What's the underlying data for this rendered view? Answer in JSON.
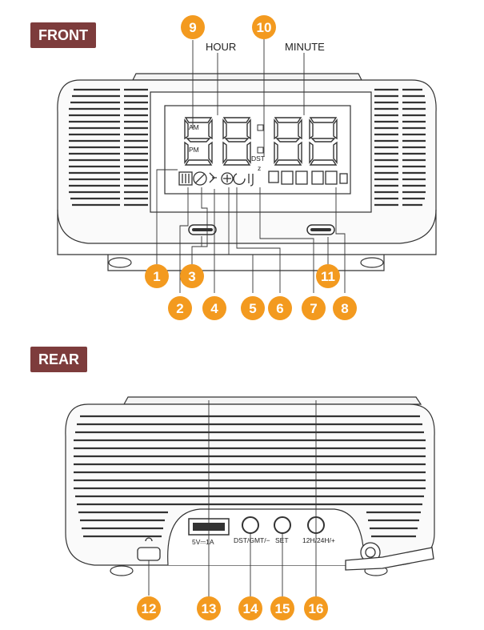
{
  "front": {
    "title": "FRONT",
    "hour_label": "HOUR",
    "minute_label": "MINUTE",
    "am_label": "AM",
    "pm_label": "PM",
    "dst_label": "DST"
  },
  "rear": {
    "title": "REAR",
    "usb_label": "5V⎓1A",
    "button1_label": "DST/GMT/−",
    "button2_label": "SET",
    "button3_label": "12H/24H/+"
  },
  "callouts": [
    "1",
    "2",
    "3",
    "4",
    "5",
    "6",
    "7",
    "8",
    "9",
    "10",
    "11",
    "12",
    "13",
    "14",
    "15",
    "16"
  ],
  "colors": {
    "callout": "#f39a1f",
    "tag": "#7d3c3c"
  }
}
